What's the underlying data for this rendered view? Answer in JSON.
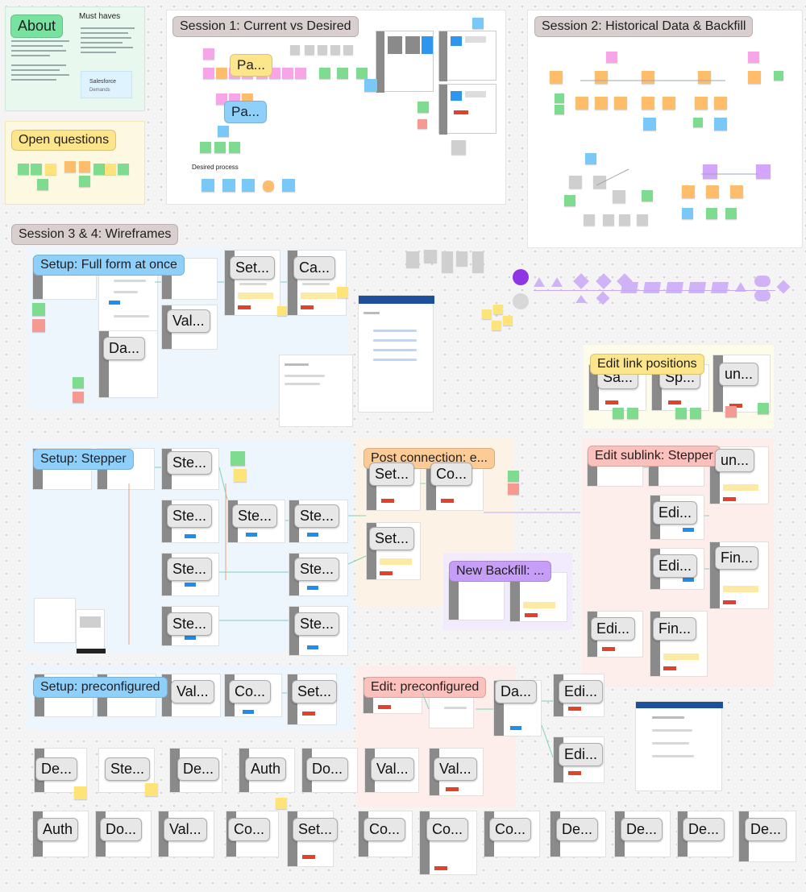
{
  "sections": {
    "about": "About",
    "must_haves": "Must haves",
    "salesforce": "Salesforce",
    "salesforce_sub": "Demands",
    "open_questions": "Open questions",
    "session1": "Session 1: Current vs Desired",
    "session1_chip_a": "Pa...",
    "session1_chip_b": "Pa...",
    "desired_process": "Desired process",
    "session2": "Session 2: Historical Data & Backfill",
    "session34": "Session 3 & 4: Wireframes",
    "setup_full_form": "Setup: Full form at once",
    "edit_link_positions": "Edit link positions",
    "setup_stepper": "Setup: Stepper",
    "post_connection": "Post connection: e...",
    "edit_sublink_stepper": "Edit sublink: Stepper",
    "new_backfill": "New Backfill: ...",
    "setup_preconfigured": "Setup: preconfigured",
    "edit_preconfigured": "Edit: preconfigured"
  },
  "frame_chips": {
    "full_form": [
      "Set...",
      "Ca...",
      "Val...",
      "Da..."
    ],
    "edit_links": [
      "Sa...",
      "Sp...",
      "un..."
    ],
    "stepper": [
      "Ste...",
      "Ste...",
      "Ste...",
      "Ste...",
      "Ste...",
      "Ste...",
      "Ste...",
      "Ste..."
    ],
    "post_connection": [
      "Set...",
      "Co...",
      "Set..."
    ],
    "sublink": [
      "un...",
      "Edi...",
      "Edi...",
      "Fin...",
      "Edi...",
      "Fin..."
    ],
    "preconfigured": [
      "Val...",
      "Co...",
      "Set...",
      "Da...",
      "Edi...",
      "Edi..."
    ],
    "row1": [
      "De...",
      "Ste...",
      "De...",
      "Auth",
      "Do...",
      "Val...",
      "Val..."
    ],
    "row2": [
      "Auth",
      "Do...",
      "Val...",
      "Co...",
      "Set...",
      "Co...",
      "Co...",
      "Co...",
      "De...",
      "De...",
      "De...",
      "De..."
    ]
  },
  "colors": {
    "canvas": "#f4f4f4",
    "blue_label": "#8fd0fb",
    "yellow_label": "#fde58b",
    "orange_label": "#fdcb95",
    "red_label": "#fcc0bd",
    "purple_label": "#c69ef7",
    "green_label": "#78e3a0",
    "gray_label": "#d9cfcf"
  }
}
